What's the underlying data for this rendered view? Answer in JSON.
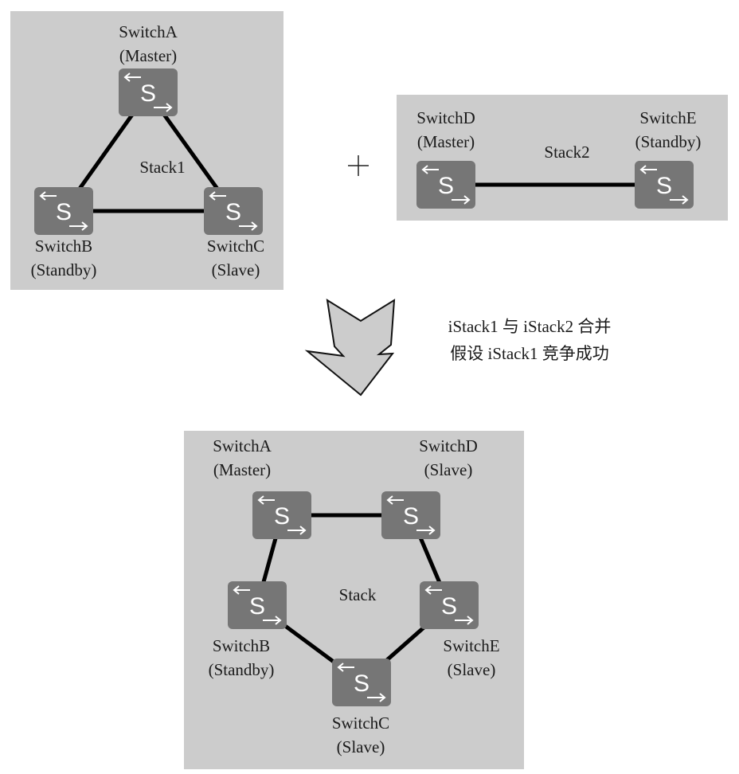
{
  "stack1": {
    "name": "Stack1",
    "switches": [
      {
        "id": "A",
        "name": "SwitchA",
        "role": "(Master)"
      },
      {
        "id": "B",
        "name": "SwitchB",
        "role": "(Standby)"
      },
      {
        "id": "C",
        "name": "SwitchC",
        "role": "(Slave)"
      }
    ],
    "links": [
      [
        "A",
        "B"
      ],
      [
        "A",
        "C"
      ],
      [
        "B",
        "C"
      ]
    ]
  },
  "stack2": {
    "name": "Stack2",
    "switches": [
      {
        "id": "D",
        "name": "SwitchD",
        "role": "(Master)"
      },
      {
        "id": "E",
        "name": "SwitchE",
        "role": "(Standby)"
      }
    ],
    "links": [
      [
        "D",
        "E"
      ]
    ]
  },
  "merge": {
    "plus_symbol": "+",
    "caption_line1": "iStack1 与 iStack2 合并",
    "caption_line2": "假设 iStack1 竞争成功"
  },
  "merged": {
    "name": "Stack",
    "switches": [
      {
        "id": "A",
        "name": "SwitchA",
        "role": "(Master)"
      },
      {
        "id": "D",
        "name": "SwitchD",
        "role": "(Slave)"
      },
      {
        "id": "B",
        "name": "SwitchB",
        "role": "(Standby)"
      },
      {
        "id": "E",
        "name": "SwitchE",
        "role": "(Slave)"
      },
      {
        "id": "C",
        "name": "SwitchC",
        "role": "(Slave)"
      }
    ],
    "links": [
      [
        "A",
        "D"
      ],
      [
        "A",
        "B"
      ],
      [
        "D",
        "E"
      ],
      [
        "B",
        "C"
      ],
      [
        "E",
        "C"
      ]
    ]
  },
  "switch_icon": {
    "glyph": "S",
    "icon": "stack-switch-icon"
  },
  "colors": {
    "panel": "#cccccc",
    "switch": "#767676",
    "link": "#000000",
    "arrow_fill": "#cccccc"
  }
}
